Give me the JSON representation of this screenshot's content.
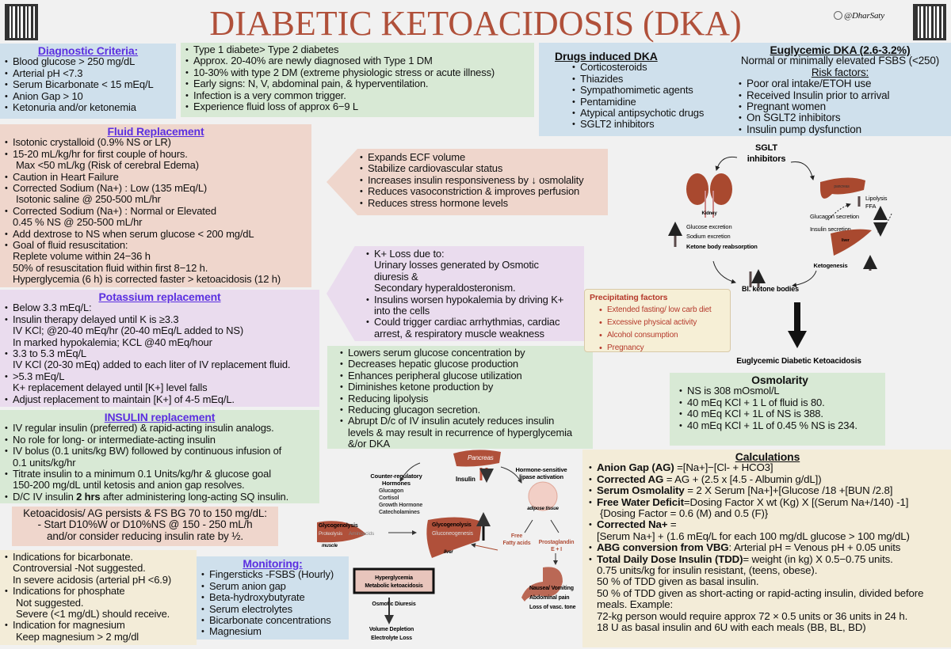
{
  "header": {
    "title": "DIABETIC KETOACIDOSIS (DKA)",
    "handle": "@DharSaty"
  },
  "diagnostic": {
    "heading": "Diagnostic Criteria:",
    "items": [
      {
        "t": "Blood glucose > 250 mg/dL",
        "b": true
      },
      {
        "t": "Arterial pH <7.3",
        "b": true
      },
      {
        "t": "Serum Bicarbonate < 15 mEq/L",
        "b": true
      },
      {
        "t": "Anion Gap > 10",
        "b": true
      },
      {
        "t": "Ketonuria and/or ketonemia",
        "b": true
      }
    ]
  },
  "intro": {
    "items": [
      {
        "t": "Type 1 diabete> Type 2 diabetes",
        "b": true
      },
      {
        "t": "Approx. 20-40% are newly diagnosed with Type 1 DM",
        "b": true
      },
      {
        "t": "10-30% with type 2 DM (extreme physiologic stress or acute illness)",
        "b": true
      },
      {
        "t": "Early signs: N, V, abdominal pain, & hyperventilation.",
        "b": true
      },
      {
        "t": "Infection is a very common trigger.",
        "b": true
      },
      {
        "t": "Experience fluid loss of approx 6−9 L",
        "b": true
      }
    ]
  },
  "drugs": {
    "heading": "Drugs induced DKA",
    "items": [
      {
        "t": "Corticosteroids",
        "b": true
      },
      {
        "t": "Thiazides",
        "b": true
      },
      {
        "t": "Sympathomimetic agents",
        "b": true
      },
      {
        "t": "Pentamidine",
        "b": true
      },
      {
        "t": "Atypical antipsychotic drugs",
        "b": true
      },
      {
        "t": "SGLT2 inhibitors",
        "b": true
      }
    ]
  },
  "euglycemic": {
    "heading": "Euglycemic DKA (2.6-3.2%)",
    "subtitle": "Normal or minimally elevated FSBS (<250)",
    "risk_heading": "Risk factors:",
    "items": [
      {
        "t": "Poor oral intake/ETOH use",
        "b": true
      },
      {
        "t": "Received Insulin prior to arrival",
        "b": true
      },
      {
        "t": "Pregnant women",
        "b": true
      },
      {
        "t": "On SGLT2 inhibitors",
        "b": true
      },
      {
        "t": " Insulin pump dysfunction",
        "b": true
      }
    ]
  },
  "fluid": {
    "heading": "Fluid Replacement",
    "items": [
      {
        "t": "Isotonic crystalloid (0.9% NS or LR)",
        "b": true
      },
      {
        "t": "15-20 mL/kg/hr for first couple of hours.",
        "b": true
      },
      {
        "t": "Max <50 mL/kg (Risk of cerebral Edema)",
        "i2": true
      },
      {
        "t": "Caution in Heart Failure",
        "b": true
      },
      {
        "t": "Corrected Sodium (Na+) : Low (135 mEq/L)",
        "b": true
      },
      {
        "t": "Isotonic saline @ 250-500 mL/hr",
        "i2": true
      },
      {
        "t": "Corrected Sodium (Na+) : Normal or Elevated",
        "b": true
      },
      {
        "t": "0.45 % NS @ 250-500 mL/hr"
      },
      {
        "t": "Add dextrose to NS when serum glucose < 200 mg/dL",
        "b": true
      },
      {
        "t": "Goal of fluid resuscitation:",
        "b": true
      },
      {
        "t": "Replete volume within 24−36 h"
      },
      {
        "t": "50% of resuscitation fluid within first 8−12 h."
      },
      {
        "t": "Hyperglycemia (6 h) is corrected faster > ketoacidosis (12 h)"
      }
    ]
  },
  "fluid_benefits": {
    "items": [
      {
        "t": "Expands ECF volume",
        "b": true
      },
      {
        "t": "Stabilize cardiovascular status",
        "b": true
      },
      {
        "t": "Increases insulin responsiveness by ↓ osmolality",
        "b": true
      },
      {
        "t": "Reduces vasoconstriction & improves perfusion",
        "b": true
      },
      {
        "t": "Reduces stress hormone levels",
        "b": true
      }
    ]
  },
  "potassium": {
    "heading": "Potassium replacement",
    "items": [
      {
        "t": "Below 3.3 mEq/L:",
        "b": true
      },
      {
        "t": "Insulin therapy delayed until K is ≥3.3",
        "b": true
      },
      {
        "t": "IV KCl; @20-40 mEq/hr (20-40 mEq/L added to NS)"
      },
      {
        "t": "In marked hypokalemia; KCL @40 mEq/hour"
      },
      {
        "t": "3.3 to 5.3 mEq/L",
        "b": true
      },
      {
        "t": "IV KCl (20-30 mEq) added to each liter of IV replacement fluid."
      },
      {
        "t": ">5.3 mEq/L",
        "b": true
      },
      {
        "t": "K+ replacement delayed until [K+] level falls"
      },
      {
        "t": "Adjust replacement to maintain [K+] of 4-5 mEq/L.",
        "b": true
      }
    ]
  },
  "k_loss": {
    "items": [
      {
        "t": "K+ Loss due to:",
        "b": true
      },
      {
        "t": "Urinary losses generated by Osmotic"
      },
      {
        "t": "diuresis &"
      },
      {
        "t": "Secondary hyperaldosteronism."
      },
      {
        "t": "Insulins worsen hypokalemia by driving K+",
        "b": true
      },
      {
        "t": "into the cells"
      },
      {
        "t": "Could trigger cardiac arrhythmias, cardiac",
        "b": true
      },
      {
        "t": "arrest, & respiratory muscle weakness"
      }
    ]
  },
  "insulin": {
    "heading": "INSULIN replacement",
    "items": [
      {
        "t": "IV regular insulin (preferred) & rapid-acting insulin analogs.",
        "b": true
      },
      {
        "t": "No role for long- or intermediate-acting insulin",
        "b": true
      },
      {
        "t": " IV bolus (0.1 units/kg BW) followed by continuous infusion of",
        "b": true
      },
      {
        "t": "0.1 units/kg/hr"
      },
      {
        "t": "Titrate insulin to a minimum 0.1 Units/kg/hr & glucose goal",
        "b": true
      },
      {
        "t": "150-200 mg/dL until ketosis and anion gap resolves."
      },
      {
        "pre": "D/C IV insulin ",
        "bold": "2 hrs",
        "t": " after administering long-acting SQ insulin.",
        "b": true
      }
    ]
  },
  "insulin_effects": {
    "items": [
      {
        "t": "Lowers serum glucose concentration by",
        "b": true
      },
      {
        "t": "Decreases hepatic glucose production",
        "b": true
      },
      {
        "t": "Enhances peripheral glucose utilization",
        "b": true
      },
      {
        "t": "Diminishes ketone production by",
        "b": true
      },
      {
        "t": "Reducing lipolysis",
        "b": true
      },
      {
        "t": "Reducing glucagon secretion.",
        "b": true
      },
      {
        "t": "Abrupt D/c of IV insulin acutely reduces insulin",
        "b": true
      },
      {
        "t": "levels & may result in recurrence of hyperglycemia"
      },
      {
        "t": "&/or DKA"
      }
    ]
  },
  "ketoacidosis_note": {
    "lines": [
      "Ketoacidosis/ AG persists & FS BG 70 to 150 mg/dL:",
      "- Start D10%W or D10%NS @ 150 - 250 mL/h",
      "and/or consider reducing insulin rate by ½."
    ]
  },
  "bicarb": {
    "items": [
      {
        "t": "Indications for bicarbonate.",
        "b": true
      },
      {
        "t": "Controversial -Not suggested."
      },
      {
        "t": "In severe acidosis (arterial pH <6.9)"
      },
      {
        "t": "Indications for phosphate",
        "b": true
      },
      {
        "t": "Not suggested.",
        "i2": true
      },
      {
        "t": "Severe (<1 mg/dL) should receive.",
        "i2": true
      },
      {
        "t": "Indication for magnesium",
        "b": true
      },
      {
        "t": "Keep magnesium > 2 mg/dl",
        "i2": true
      }
    ]
  },
  "monitoring": {
    "heading": "Monitoring:",
    "items": [
      {
        "t": "Fingersticks -FSBS (Hourly)",
        "b": true
      },
      {
        "t": "Serum anion gap",
        "b": true
      },
      {
        "t": "Beta-hydroxybutyrate",
        "b": true
      },
      {
        "t": "Serum electrolytes",
        "b": true
      },
      {
        "t": "Bicarbonate concentrations",
        "b": true
      },
      {
        "t": "Magnesium",
        "b": true
      }
    ]
  },
  "precipitating": {
    "heading": "Precipitating factors",
    "items": [
      "Extended fasting/ low carb diet",
      "Excessive physical activity",
      "Alcohol consumption",
      "Pregnancy"
    ]
  },
  "osmolarity": {
    "heading": "Osmolarity",
    "items": [
      {
        "t": "NS is 308 mOsmol/L",
        "b": true
      },
      {
        "t": "40 mEq KCl + 1 L of fluid is 80.",
        "b": true
      },
      {
        "t": "40 mEq KCl + 1L of NS is 388.",
        "b": true
      },
      {
        "t": "40 mEq KCl + 1L of 0.45 % NS is 234.",
        "b": true
      }
    ]
  },
  "calculations": {
    "heading": "Calculations",
    "items": [
      {
        "bold": "Anion Gap (AG)",
        "t": " =[Na+]−[Cl- + HCO3]",
        "b": true
      },
      {
        "bold": "Corrected AG",
        "t": "  =  AG + (2.5  x  [4.5 - Albumin g/dL])",
        "b": true
      },
      {
        "bold": "Serum Osmolality",
        "t": " = 2 X Serum [Na+]+[Glucose /18 +[BUN /2.8]",
        "b": true
      },
      {
        "bold": "Free Water Deficit",
        "t": "=Dosing Factor X wt (Kg) X [(Serum Na+/140) -1]",
        "b": true
      },
      {
        "t": "{Dosing Factor = 0.6 (M) and 0.5 (F)}",
        "i2": true
      },
      {
        "bold": "Corrected Na+",
        "t": " =",
        "b": true
      },
      {
        "t": "[Serum Na+] + (1.6 mEq/L for each 100 mg/dL glucose > 100 mg/dL)"
      },
      {
        "bold": "ABG conversion from VBG",
        "t": ": Arterial pH = Venous pH + 0.05 units",
        "b": true
      },
      {
        "bold": "Total Daily Dose Insulin (TDD)",
        "t": "= weight (in kg) X 0.5−0.75 units.",
        "b": true
      },
      {
        "t": "0.75 units/kg for insulin resistant, (teens, obese)."
      },
      {
        "t": "50 % of TDD given as basal insulin."
      },
      {
        "t": "50 % of TDD given as short-acting or rapid-acting insulin, divided before"
      },
      {
        "t": "meals. Example:"
      },
      {
        "t": "72-kg person would require approx 72 × 0.5 units or 36 units in 24 h."
      },
      {
        "t": "18 U as basal insulin and 6U with each meals (BB, BL, BD)"
      }
    ]
  },
  "sglt_diagram": {
    "title_line1": "SGLT",
    "title_line2": "inhibitors",
    "kidney": "Kidney",
    "kidney_effects": [
      "Glucose excretion",
      "Sodium excretion",
      "Ketone body reabsorption"
    ],
    "pancreas": "pancreas",
    "pancreas_effects": [
      "Glucagon secretion",
      "Insulin secretion"
    ],
    "lipolysis": [
      "Lipolysis",
      "FFA"
    ],
    "liver": "liver",
    "ketogenesis": "Ketogenesis",
    "ketone_bodies": "Bl. ketone bodies",
    "result": "Euglycemic Diabetic Ketoacidosis"
  },
  "pathway_diagram": {
    "pancreas": "Pancreas",
    "insulin": "Insulin",
    "counter_heading": [
      "Counter-regulatory",
      "Hormones"
    ],
    "hormones": [
      "Glucagon",
      "Cortisol",
      "Growth Hormone",
      "Catecholamines"
    ],
    "lipase": [
      "Hormone-sensitive",
      "lipase activation"
    ],
    "adipose": "adipose tissue",
    "muscle_labels": [
      "Glycogenolysis",
      "Proteolysis",
      "Aminoacids"
    ],
    "muscle": "muscle",
    "liver_labels": [
      "Glycogenolysis",
      "Gluconeogenesis"
    ],
    "liver": "liver",
    "ffa": [
      "Free",
      "Fatty acids"
    ],
    "prostaglandin": [
      "Prostaglandin",
      "E + I"
    ],
    "vessel": [
      "Hyperglycemia",
      "Metabolic ketoacidosis"
    ],
    "osmotic": "Osmotic Diuresis",
    "depletion": [
      "Volume Depletion",
      "Electrolyte Loss"
    ],
    "gi": [
      "Nausea/ Vomiting",
      "Abdominal pain",
      "Loss of vasc. tone"
    ]
  },
  "colors": {
    "title": "#b0503a",
    "heading": "#5b2fe0",
    "organ": "#a9492f",
    "precip": "#b53a2c"
  }
}
